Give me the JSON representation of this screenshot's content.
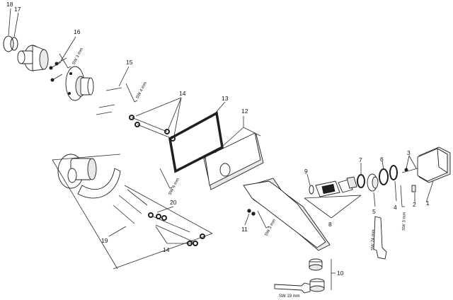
{
  "diagram": {
    "part_numbers": {
      "p1": "1",
      "p2": "2",
      "p3": "3",
      "p4": "4",
      "p5": "5",
      "p6": "6",
      "p7": "7",
      "p8": "8",
      "p9": "9",
      "p10": "10",
      "p11": "11",
      "p12": "12",
      "p13": "13",
      "p14a": "14",
      "p14b": "14",
      "p15": "15",
      "p16": "16",
      "p17": "17",
      "p18": "18",
      "p19": "19",
      "p20": "20"
    },
    "tool_labels": {
      "sw3_top": "SW 3 mm",
      "sw4_top": "SW 4 mm",
      "sw4_mid": "SW 4 mm",
      "sw3_part11": "SW 3 mm",
      "sw24": "SW 24 mm",
      "sw3_right": "SW 3 mm",
      "sw19": "SW 19 mm"
    }
  }
}
